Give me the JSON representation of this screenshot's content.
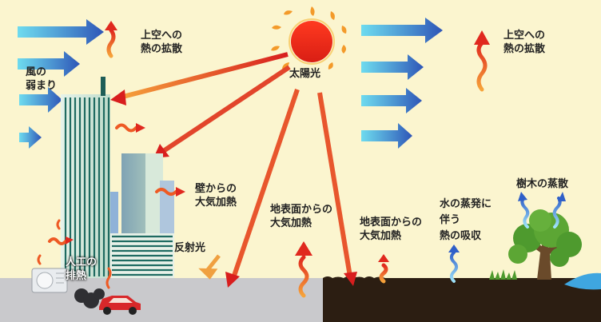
{
  "colors": {
    "sky": "#FBF5CF",
    "pavement": "#C9C9CC",
    "soil": "#2C1E12",
    "wind_arrow": "#2E55B7",
    "wind_arrow_light": "#5ED8F2",
    "ray_orange": "#F5A23C",
    "ray_red": "#D81E1E",
    "sun": "#E8251C",
    "heat_wave": "#EE5A24",
    "evap_wave": "#3B7BE0",
    "tree_leaf": "#4E9A2E",
    "water": "#3FA6E0"
  },
  "labels": {
    "sunlight": "太陽光",
    "heat_up_left": [
      "上空への",
      "熱の拡散"
    ],
    "heat_up_right": [
      "上空への",
      "熱の拡散"
    ],
    "wind_weak": [
      "風の",
      "弱まり"
    ],
    "wall_heat": [
      "壁からの",
      "大気加熱"
    ],
    "reflection": "反射光",
    "exhaust": [
      "人工の",
      "排熱"
    ],
    "ground_heat_city": [
      "地表面からの",
      "大気加熱"
    ],
    "ground_heat_green": [
      "地表面からの",
      "大気加熱"
    ],
    "water_evap": [
      "水の蒸発に",
      "伴う",
      "熱の吸収"
    ],
    "tree_evap": "樹木の蒸散"
  },
  "icons": {
    "sun": "sun-icon",
    "building": "building-icon",
    "tree": "tree-icon",
    "car": "car-icon",
    "ac_unit": "air-conditioner-icon",
    "wind": "wind-arrow-icon",
    "heat": "heat-wave-icon",
    "evaporation": "evaporation-icon"
  }
}
